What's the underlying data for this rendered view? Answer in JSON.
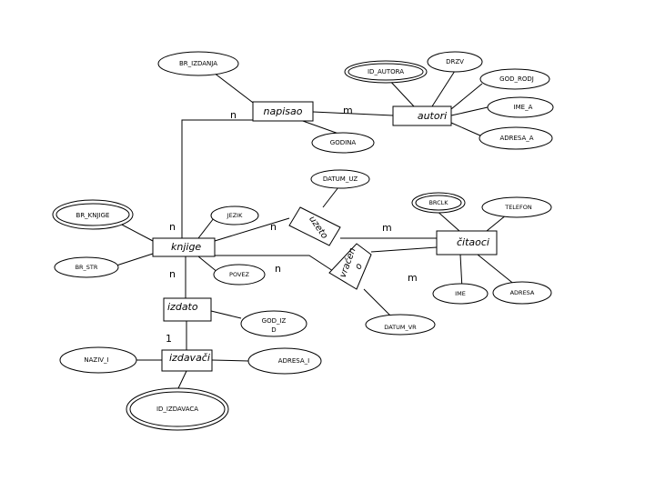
{
  "diagram": {
    "entities": {
      "napisao": "napisao",
      "autori": "autori",
      "knjige": "knjige",
      "citaoci": "čitaoci",
      "izdato": "izdato",
      "izdavaci": "izdavači"
    },
    "relationships": {
      "uzeto": "uzeto",
      "vraceno_a": "vraćen",
      "vraceno_b": "o"
    },
    "attributes": {
      "br_izdanja": "BR_IZDANJA",
      "id_autora": "ID_AUTORA",
      "drzv": "DRZV",
      "god_rodj": "GOD_RODJ",
      "ime_a": "IME_A",
      "adresa_a": "ADRESA_A",
      "godina": "GODINA",
      "datum_uz": "DATUM_UZ",
      "br_knjige": "BR_KNJIGE",
      "jezik": "JEZIK",
      "br_str": "BR_STR",
      "povez": "POVEZ",
      "brclk": "BRCLK",
      "telefon": "TELEFON",
      "ime": "IME",
      "adresa": "ADRESA",
      "datum_vr": "DATUM_VR",
      "god_iz_a": "GOD_IZ",
      "god_iz_b": "D",
      "naziv_i": "NAZIV_I",
      "adresa_i": "ADRESA_I",
      "id_izdavaca": "ID_IZDAVACA"
    },
    "cardinalities": {
      "napisao_n": "n",
      "napisao_m": "m",
      "knjige_uzeto_n": "n",
      "uzeto_n": "n",
      "uzeto_m": "m",
      "knjige_izdato_n": "n",
      "vraceno_n": "n",
      "vraceno_m": "m",
      "izdato_1": "1"
    }
  }
}
